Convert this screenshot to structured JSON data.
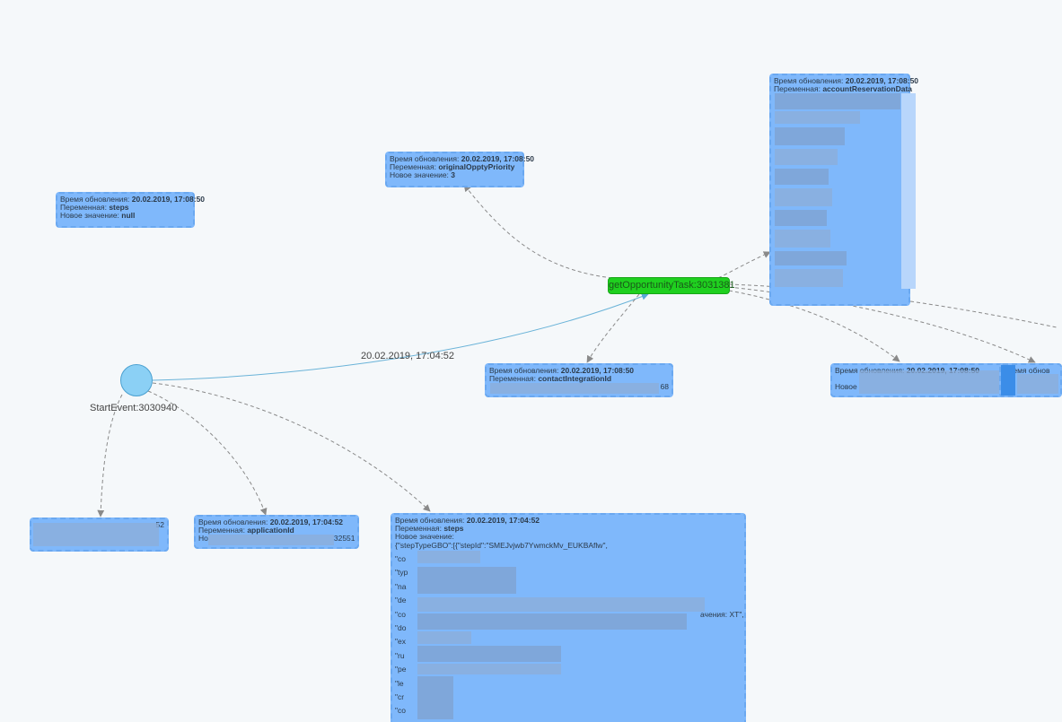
{
  "start_event": {
    "label": "StartEvent:3030940"
  },
  "task": {
    "label": "getOpportunityTask:3031381"
  },
  "main_edge_label": "20.02.2019, 17:04:52",
  "labels": {
    "updated": "Время обновления:",
    "variable": "Переменная:",
    "new_value": "Новое значение:",
    "new_value_short": "Новое"
  },
  "cards": {
    "steps_top": {
      "time": "20.02.2019, 17:08:50",
      "variable": "steps",
      "value": "null"
    },
    "priority": {
      "time": "20.02.2019, 17:08:50",
      "variable": "originalOpptyPriority",
      "value": "3"
    },
    "account": {
      "time": "20.02.2019, 17:08:50",
      "variable": "accountReservationData"
    },
    "contact": {
      "time": "20.02.2019, 17:08:50",
      "variable": "contactIntegrationId",
      "value_suffix": "68"
    },
    "right1": {
      "time": "20.02.2019, 17:08:50"
    },
    "right2": {
      "prefix": "Время обнов"
    },
    "bottom_left": {
      "suffix": "52"
    },
    "application": {
      "time": "20.02.2019, 17:04:52",
      "variable": "applicationId",
      "value_prefix": "Но",
      "value_suffix": "32551"
    },
    "steps_main": {
      "time": "20.02.2019, 17:04:52",
      "variable": "steps",
      "first_line": "{\"stepTypeGBO\":[{\"stepId\":\"SMEJvjwb7YwmckMv_EUKBAflw\",",
      "lines": [
        "\"co",
        "\"typ",
        "\"na",
        "\"de",
        "\"co",
        "\"do",
        "\"ex",
        "\"ru",
        "\"pe",
        "\"le",
        "\"cr",
        "\"co"
      ],
      "line5_suffix": "ачения: XT\","
    }
  }
}
